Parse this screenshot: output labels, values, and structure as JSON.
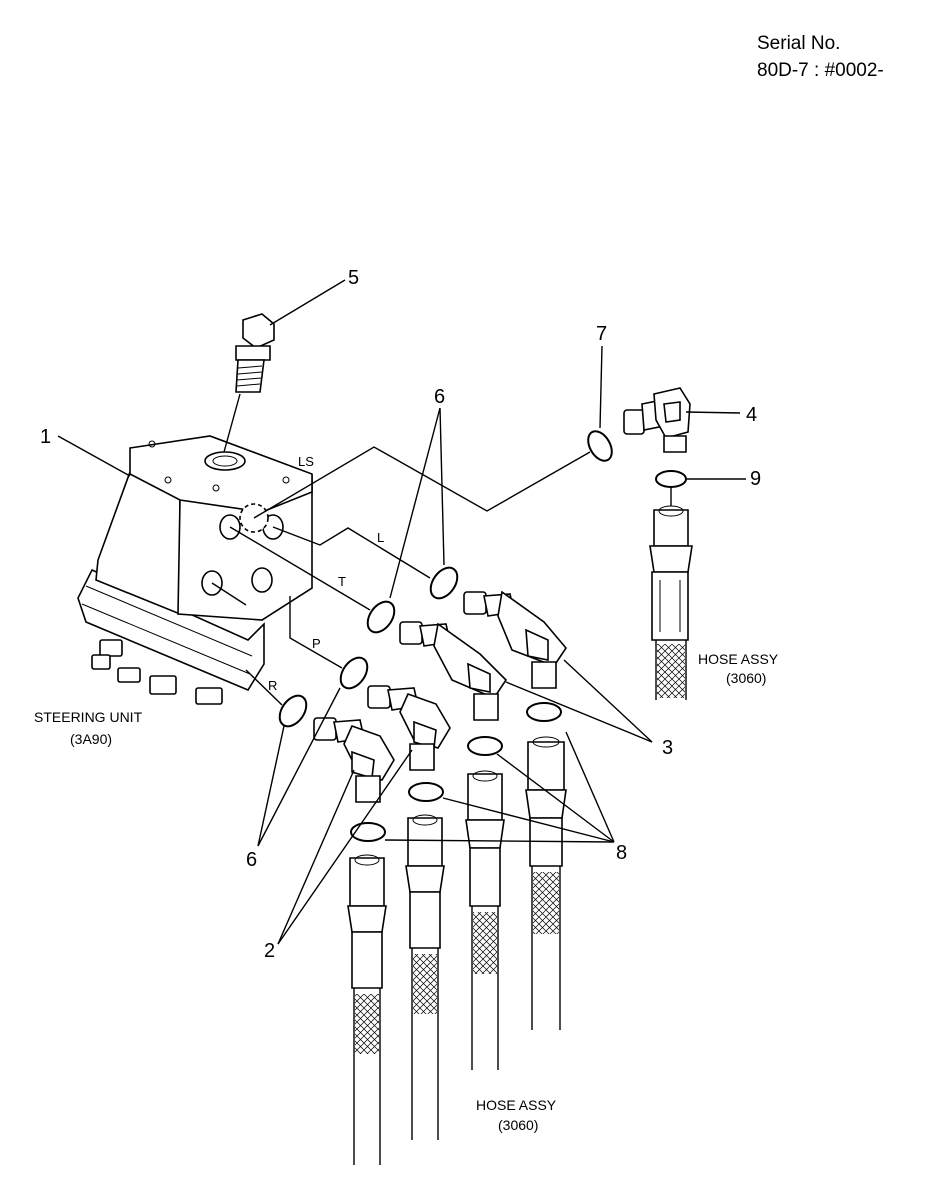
{
  "serial": {
    "line1": "Serial No.",
    "line2": "80D-7 : #0002-"
  },
  "callouts": {
    "c1": "1",
    "c2": "2",
    "c3": "3",
    "c4": "4",
    "c5": "5",
    "c6_top": "6",
    "c6_bottom": "6",
    "c7": "7",
    "c8": "8",
    "c9": "9"
  },
  "ports": {
    "ls": "LS",
    "l": "L",
    "t": "T",
    "p": "P",
    "r": "R"
  },
  "labels": {
    "steering_unit": "STEERING UNIT",
    "steering_unit_code": "(3A90)",
    "hose_assy_right": "HOSE ASSY",
    "hose_assy_right_code": "(3060)",
    "hose_assy_bottom": "HOSE ASSY",
    "hose_assy_bottom_code": "(3060)"
  }
}
